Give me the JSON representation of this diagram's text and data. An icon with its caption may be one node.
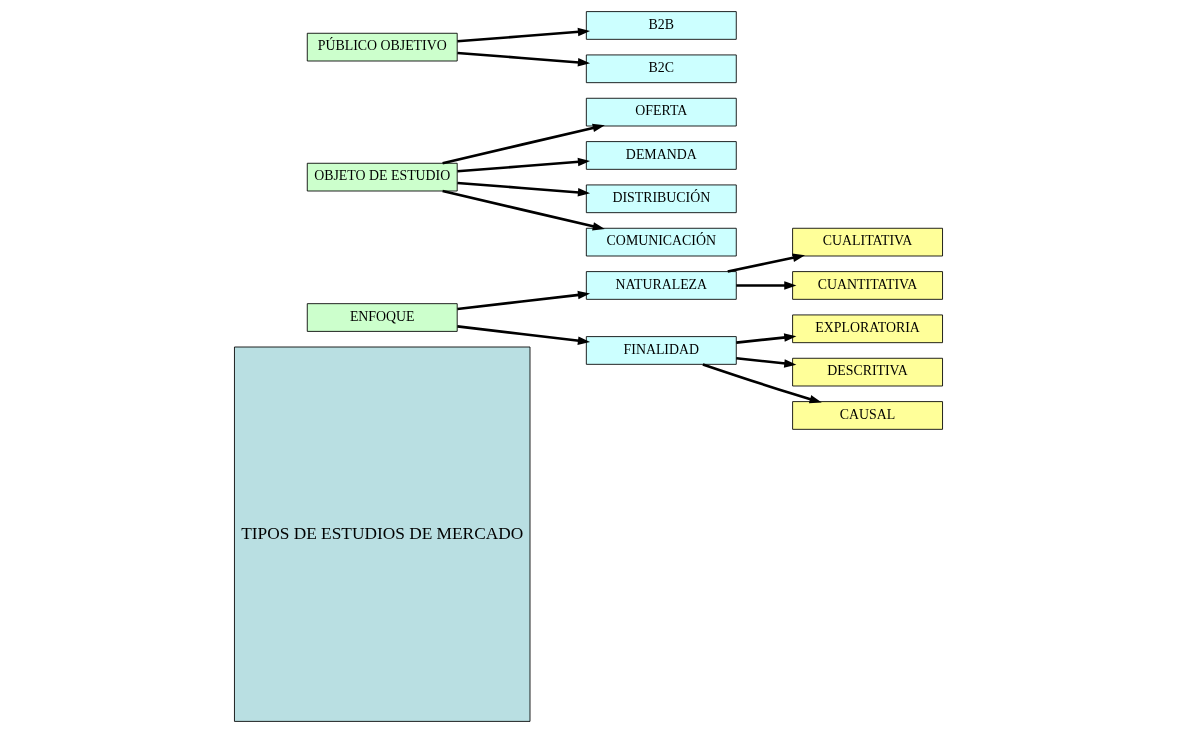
{
  "diagram": {
    "nodes": [
      {
        "text": [
          "TIPOS DE ESTUDIOS DE MERCADO"
        ]
      },
      {
        "text": [
          "ENFOQUE"
        ]
      },
      {
        "text": [
          "OBJETO DE ESTUDIO"
        ]
      },
      {
        "text": [
          "PÚBLICO OBJETIVO"
        ]
      },
      {
        "text": [
          "NATURALEZA"
        ]
      },
      {
        "text": [
          "FINALIDAD"
        ]
      },
      {
        "text": [
          "OFERTA"
        ]
      },
      {
        "text": [
          "DEMANDA"
        ]
      },
      {
        "text": [
          "DISTRIBUCIÓN"
        ]
      },
      {
        "text": [
          "COMUNICACIÓN"
        ]
      },
      {
        "text": [
          "B2B"
        ]
      },
      {
        "text": [
          "B2C"
        ]
      },
      {
        "text": [
          "CUALITATIVA"
        ]
      },
      {
        "text": [
          "CUANTITATIVA"
        ]
      },
      {
        "text": [
          "EXPLORATORIA"
        ]
      },
      {
        "text": [
          "DESCRITIVA"
        ]
      },
      {
        "text": [
          "CAUSAL"
        ]
      }
    ],
    "edges": [
      {
        "from": 1,
        "to": 4,
        "arrow": "to"
      },
      {
        "from": 1,
        "to": 5,
        "arrow": "to"
      },
      {
        "from": 4,
        "to": 12,
        "arrow": "to"
      },
      {
        "from": 4,
        "to": 13,
        "arrow": "to"
      },
      {
        "from": 5,
        "to": 14,
        "arrow": "to"
      },
      {
        "from": 5,
        "to": 15,
        "arrow": "to"
      },
      {
        "from": 5,
        "to": 16,
        "arrow": "to"
      },
      {
        "from": 2,
        "to": 6,
        "arrow": "to"
      },
      {
        "from": 2,
        "to": 7,
        "arrow": "to"
      },
      {
        "from": 2,
        "to": 8,
        "arrow": "to"
      },
      {
        "from": 2,
        "to": 9,
        "arrow": "to"
      },
      {
        "from": 3,
        "to": 10,
        "arrow": "to"
      },
      {
        "from": 3,
        "to": 11,
        "arrow": "to"
      }
    ]
  }
}
